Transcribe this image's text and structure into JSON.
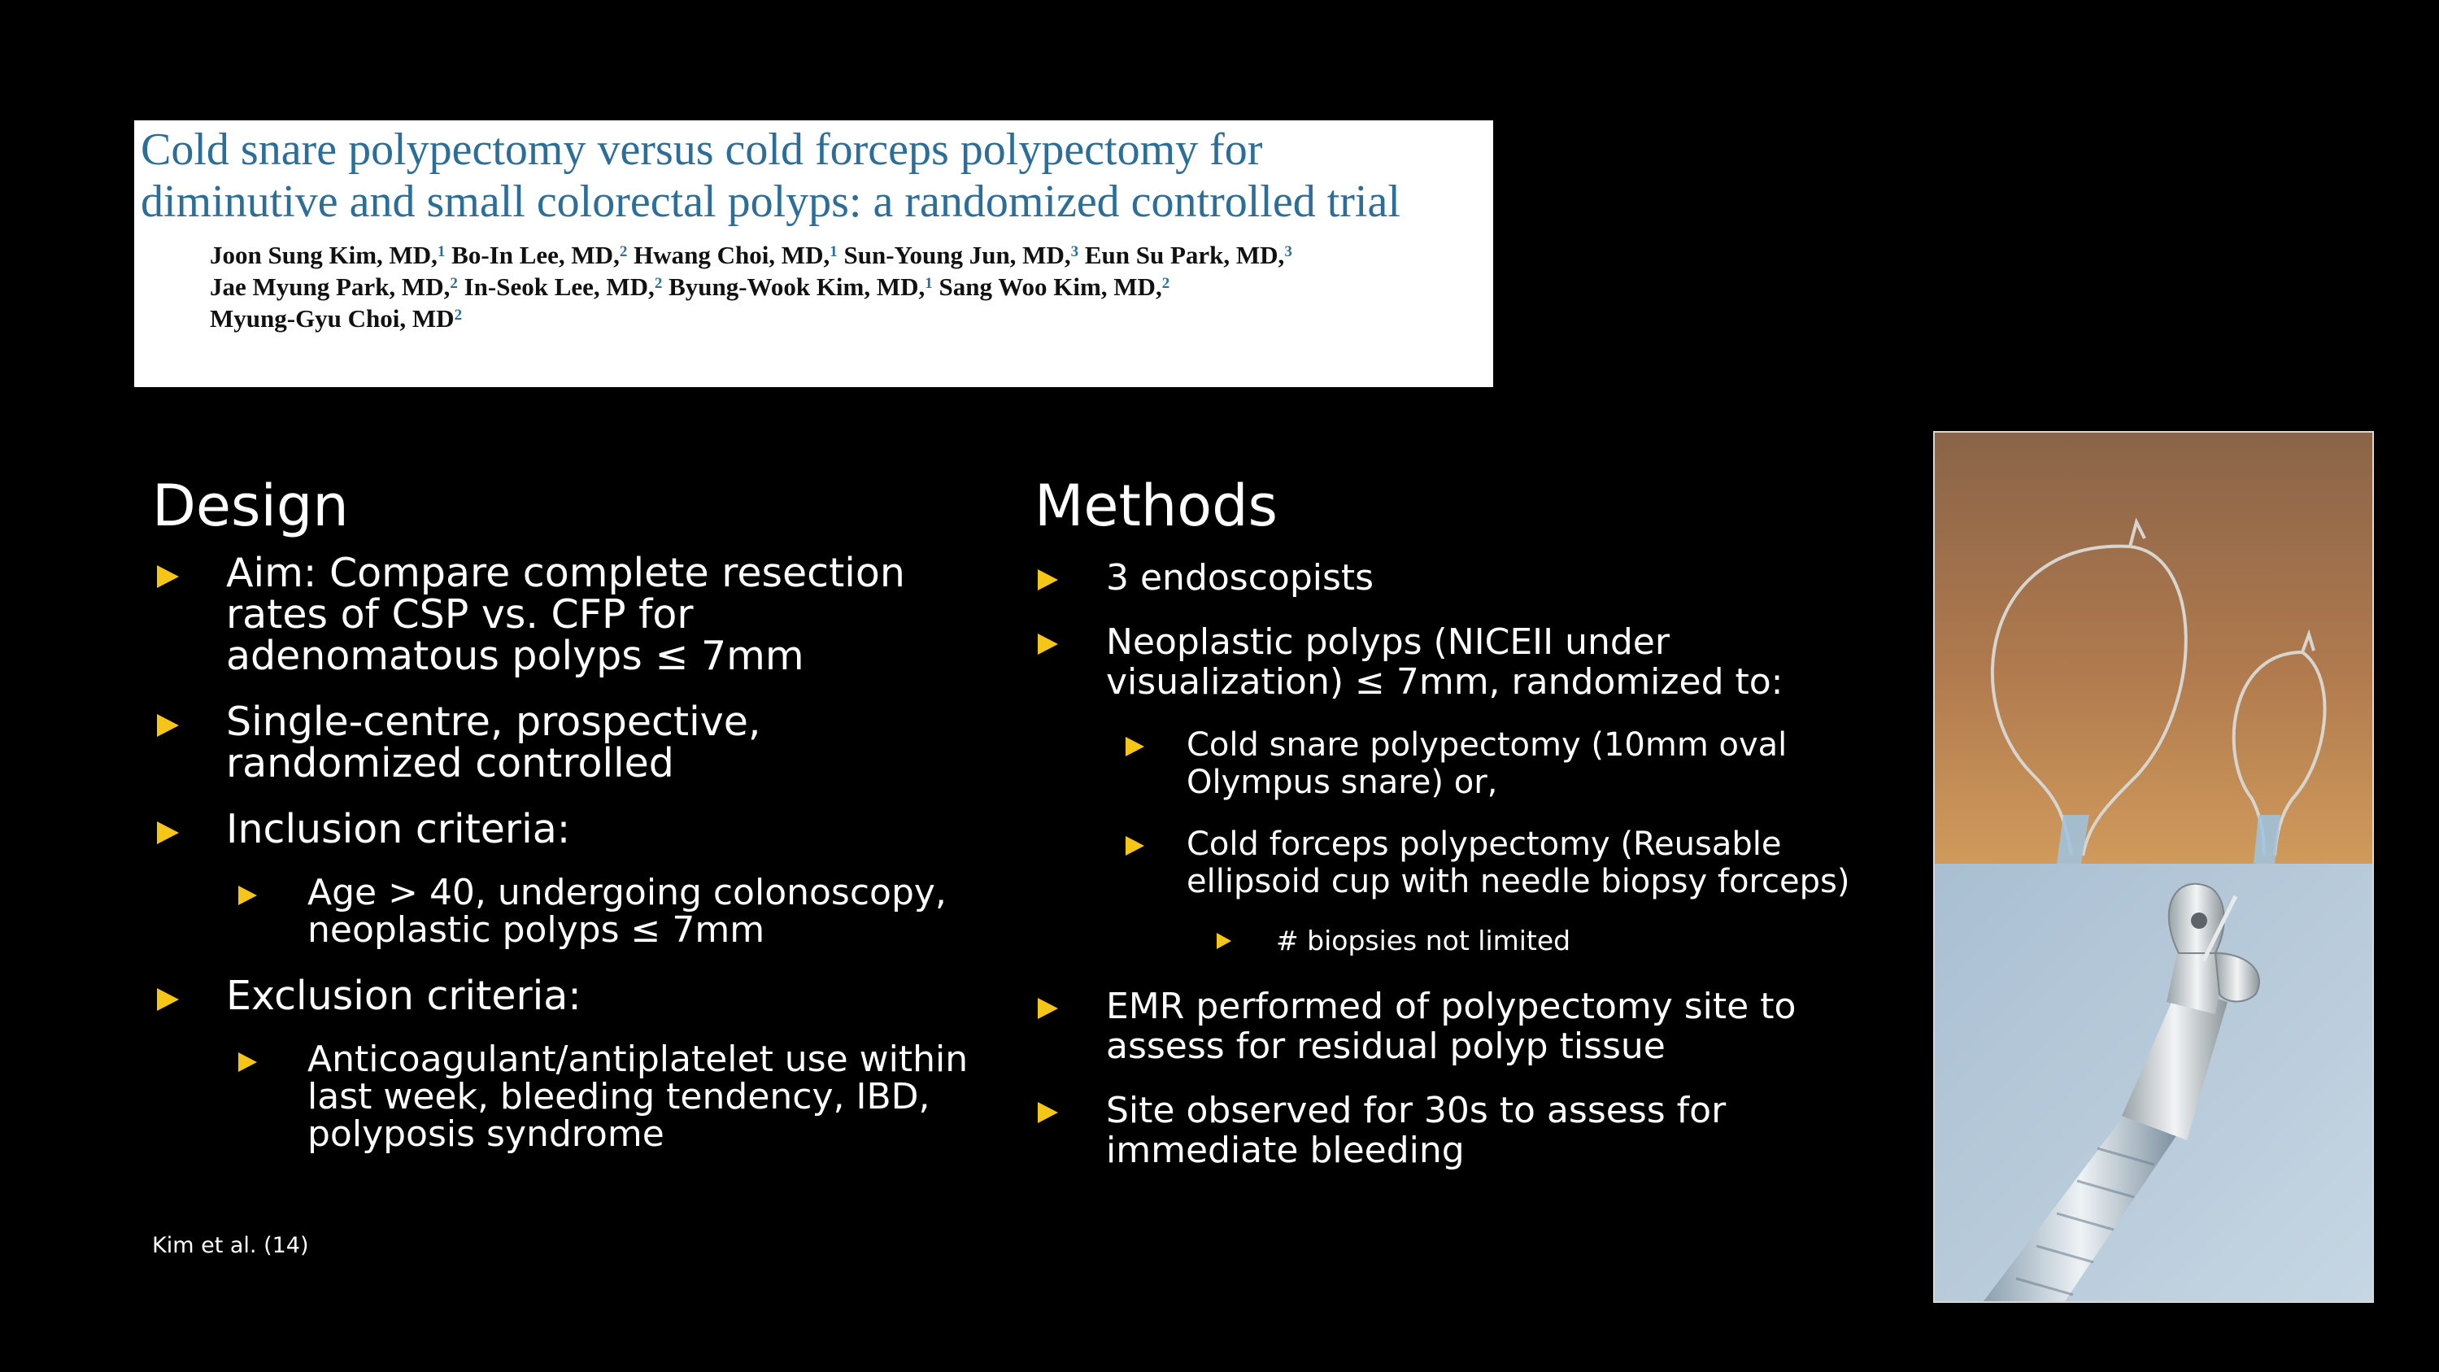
{
  "paper": {
    "title": "Cold snare polypectomy versus cold forceps polypectomy for diminutive and small colorectal polyps: a randomized controlled trial",
    "authors": [
      {
        "name": "Joon Sung Kim, MD,",
        "aff": "1"
      },
      {
        "name": "Bo-In Lee, MD,",
        "aff": "2"
      },
      {
        "name": "Hwang Choi, MD,",
        "aff": "1"
      },
      {
        "name": "Sun-Young Jun, MD,",
        "aff": "3"
      },
      {
        "name": "Eun Su Park, MD,",
        "aff": "3"
      },
      {
        "name": "Jae Myung Park, MD,",
        "aff": "2"
      },
      {
        "name": "In-Seok Lee, MD,",
        "aff": "2"
      },
      {
        "name": "Byung-Wook Kim, MD,",
        "aff": "1"
      },
      {
        "name": "Sang Woo Kim, MD,",
        "aff": "2"
      },
      {
        "name": "Myung-Gyu Choi, MD",
        "aff": "2"
      }
    ]
  },
  "design": {
    "heading": "Design",
    "aim": "Aim: Compare complete resection rates of CSP vs. CFP for adenomatous polyps ≤ 7mm",
    "type": "Single-centre, prospective, randomized controlled",
    "inclusion_label": "Inclusion criteria:",
    "inclusion_detail": "Age > 40, undergoing colonoscopy, neoplastic polyps ≤ 7mm",
    "exclusion_label": "Exclusion criteria:",
    "exclusion_detail": "Anticoagulant/antiplatelet use within last week, bleeding tendency, IBD, polyposis syndrome"
  },
  "methods": {
    "heading": "Methods",
    "endoscopists": "3 endoscopists",
    "randomization": "Neoplastic polyps (NICEII under visualization) ≤ 7mm, randomized to:",
    "arm_csp": "Cold snare polypectomy (10mm oval Olympus snare) or,",
    "arm_cfp": "Cold forceps polypectomy (Reusable ellipsoid cup with needle biopsy forceps)",
    "biopsies": "# biopsies not limited",
    "emr": "EMR performed of polypectomy site to assess for residual polyp tissue",
    "observation": "Site observed for 30s to assess for immediate bleeding"
  },
  "citation": "Kim et al. (14)"
}
